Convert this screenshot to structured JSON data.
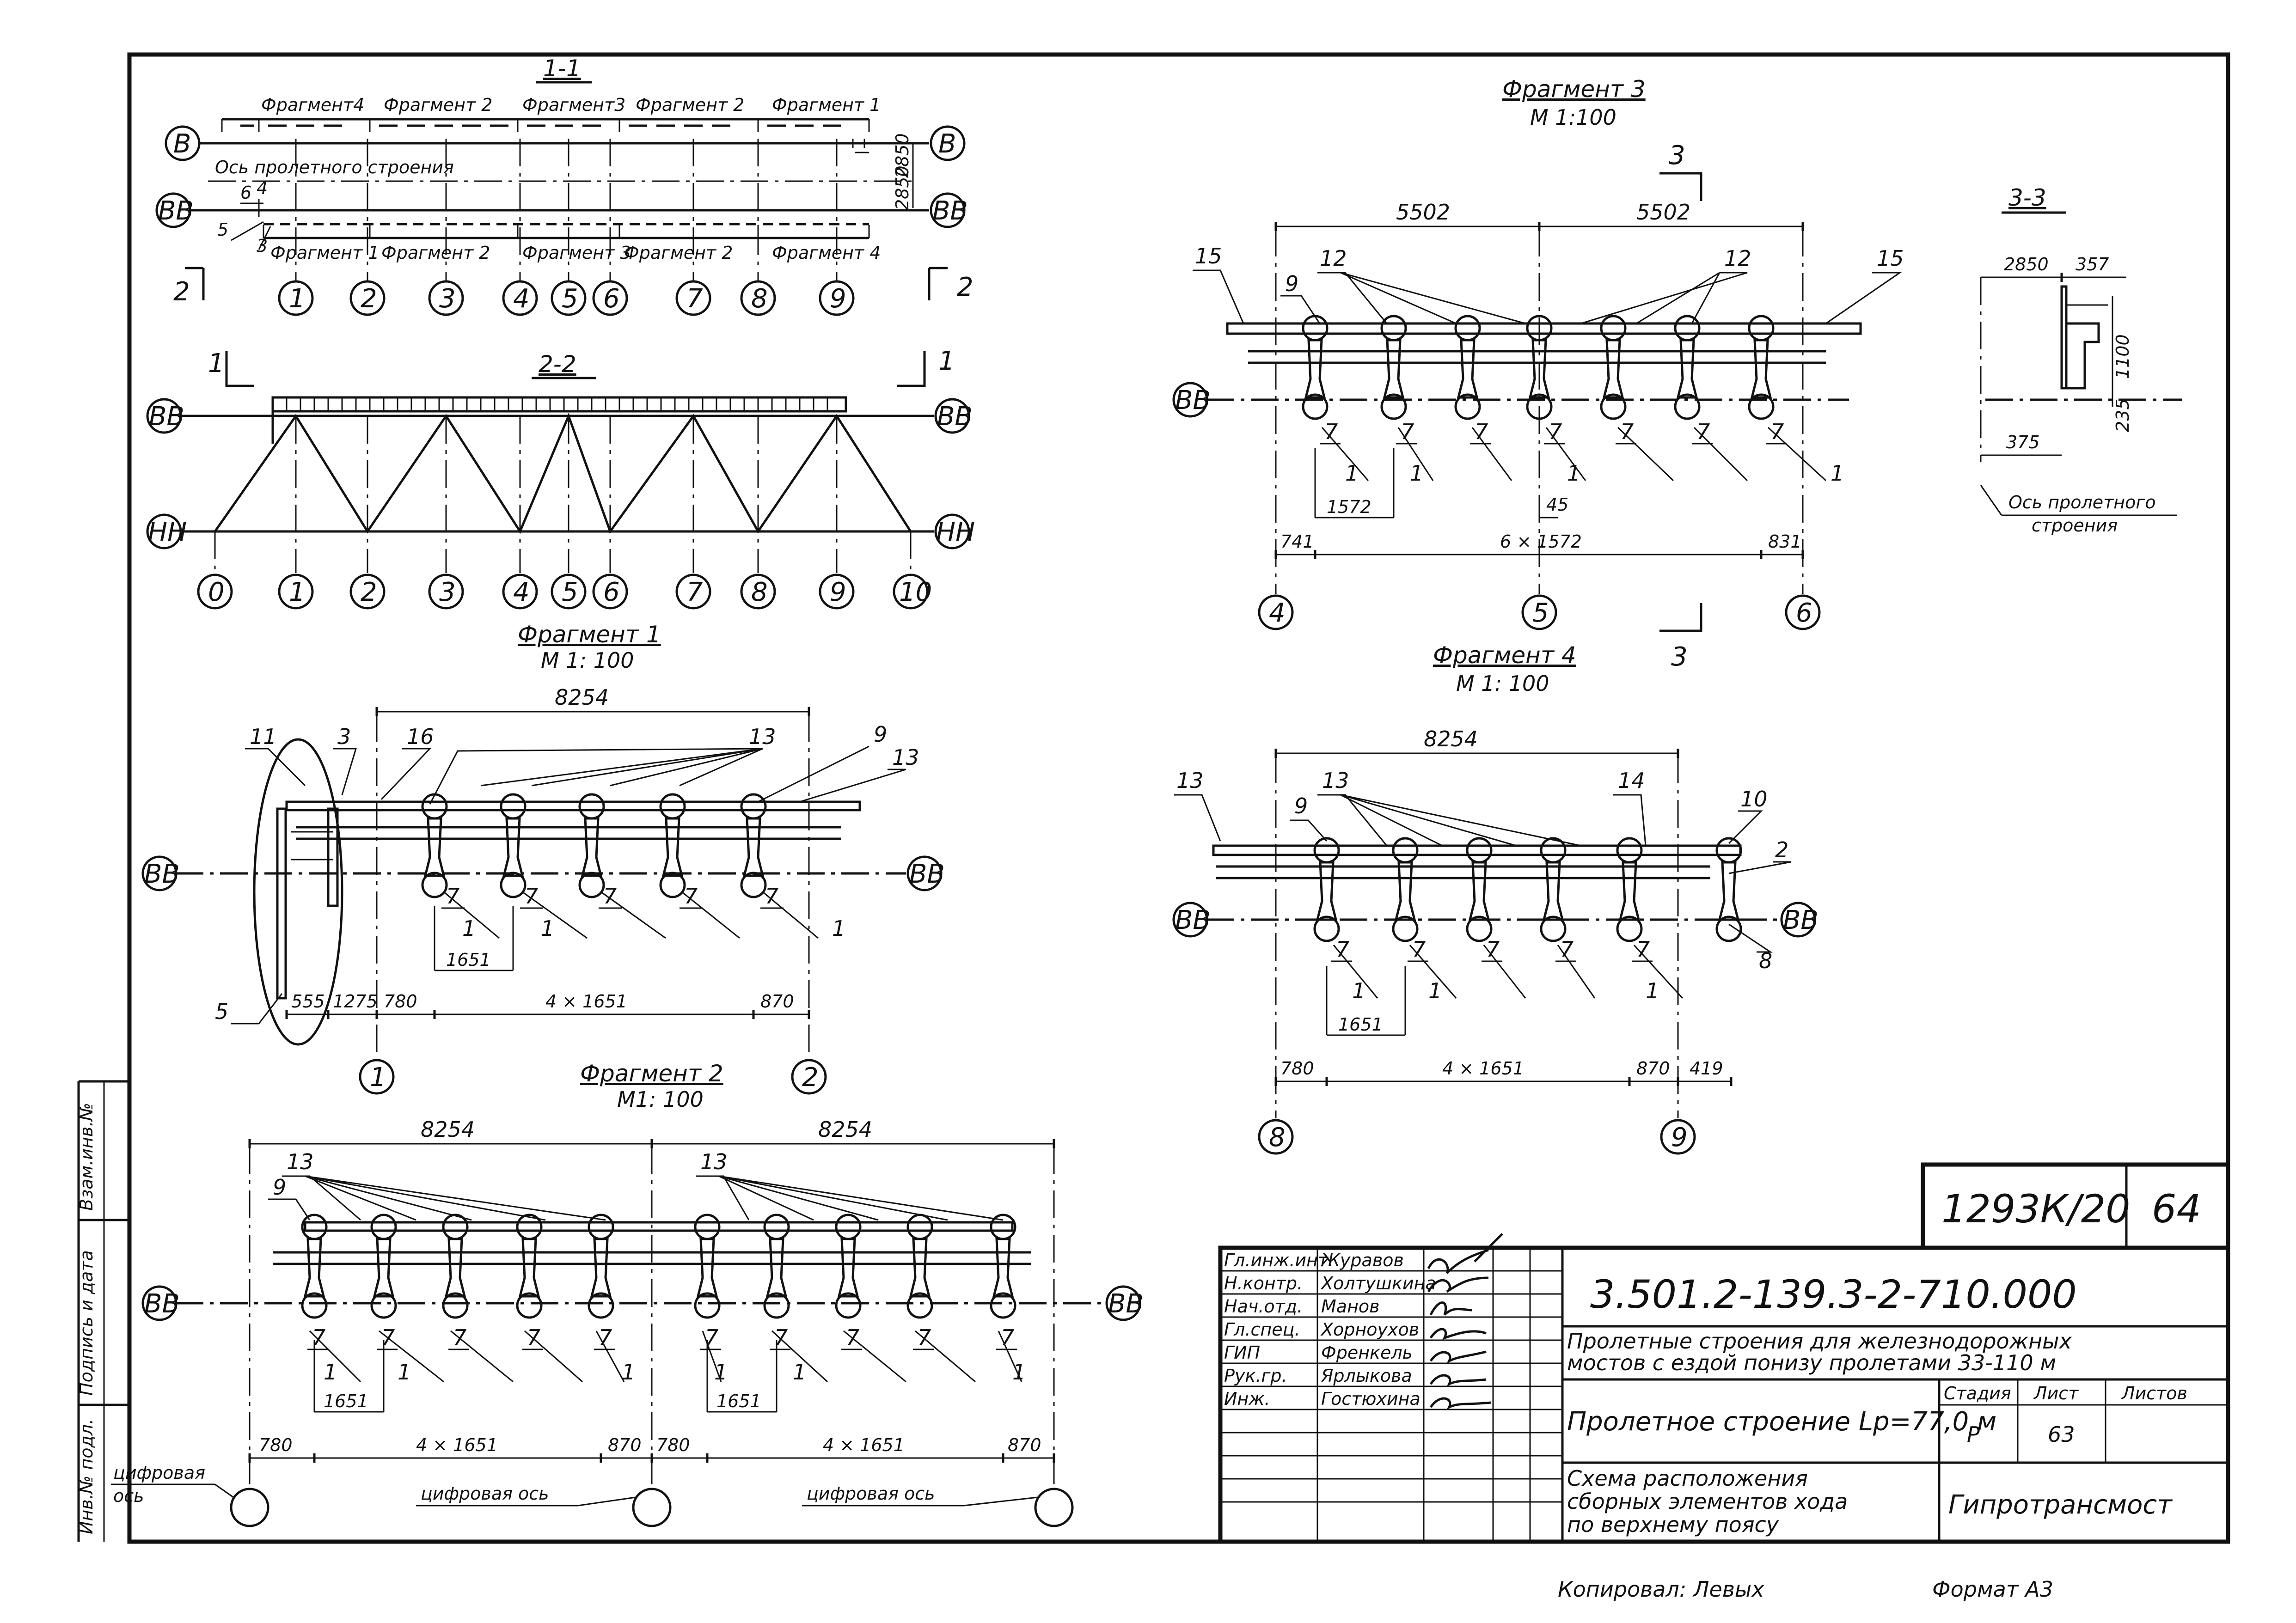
{
  "frame": {
    "left_labels": [
      "Взам.инв.№",
      "Подпись и дата",
      "Инв.№ подл."
    ]
  },
  "section_1_1": {
    "title": "1-1",
    "fragments_top": [
      "Фрагмент4",
      "Фрагмент 2",
      "Фрагмент3",
      "Фрагмент 2",
      "Фрагмент 1"
    ],
    "fragments_bottom": [
      "Фрагмент 1",
      "Фрагмент 2",
      "Фрагмент 3",
      "Фрагмент 2",
      "Фрагмент 4"
    ],
    "axis_label": "Ось пролетного строения",
    "row_labels": [
      "В",
      "ВВ"
    ],
    "dims": [
      "2850",
      "2850"
    ],
    "small_numbers": [
      "6",
      "4",
      "5",
      "3"
    ],
    "nodes": [
      "1",
      "2",
      "3",
      "4",
      "5",
      "6",
      "7",
      "8",
      "9"
    ],
    "cut_label": "2"
  },
  "section_2_2": {
    "title": "2-2",
    "row_labels": [
      "ВВ",
      "НН"
    ],
    "nodes": [
      "0",
      "1",
      "2",
      "3",
      "4",
      "5",
      "6",
      "7",
      "8",
      "9",
      "10"
    ],
    "cut_label": "1"
  },
  "fragment_1": {
    "title": "Фрагмент 1",
    "scale": "М 1: 100",
    "overall": "8254",
    "callouts": [
      "11",
      "3",
      "16",
      "13",
      "9",
      "13",
      "5"
    ],
    "item7": "7",
    "item1": "1",
    "dims_bottom": [
      "555",
      "1275",
      "780",
      "4 × 1651",
      "870"
    ],
    "dim_1651": "1651",
    "axes": [
      "1",
      "2"
    ],
    "row_label": "ВВ"
  },
  "fragment_2": {
    "title": "Фрагмент 2",
    "scale": "М1: 100",
    "overall": [
      "8254",
      "8254"
    ],
    "callouts": [
      "13",
      "9",
      "13"
    ],
    "item7": "7",
    "item1": "1",
    "dims_bottom": [
      "780",
      "4 × 1651",
      "870",
      "780",
      "4 × 1651",
      "870"
    ],
    "dim_1651": "1651",
    "axis_captions": [
      "цифровая",
      "ось",
      "цифровая ось",
      "цифровая ось"
    ],
    "row_label": "ВВ"
  },
  "fragment_3": {
    "title": "Фрагмент 3",
    "scale": "М 1:100",
    "overall": [
      "5502",
      "5502"
    ],
    "callouts": [
      "15",
      "9",
      "12",
      "12",
      "15"
    ],
    "item7": "7",
    "item1": "1",
    "dims_bottom": [
      "741",
      "6 × 1572",
      "831"
    ],
    "dim_1572": "1572",
    "dim_45": "45",
    "axes": [
      "4",
      "5",
      "6"
    ],
    "cut": "3",
    "row_label": "ВВ"
  },
  "section_3_3": {
    "title": "3-3",
    "dims": [
      "2850",
      "357",
      "1100",
      "235",
      "375"
    ],
    "axis_label": [
      "Ось пролетного",
      "строения"
    ]
  },
  "fragment_4": {
    "title": "Фрагмент 4",
    "scale": "М 1: 100",
    "overall": "8254",
    "callouts": [
      "13",
      "9",
      "13",
      "14",
      "10",
      "2",
      "8"
    ],
    "item7": "7",
    "item1": "1",
    "dims_bottom": [
      "780",
      "4 × 1651",
      "870",
      "419"
    ],
    "dim_1651": "1651",
    "axes": [
      "8",
      "9"
    ],
    "row_label": "ВВ"
  },
  "stamp": {
    "top_ref": "1293К/20",
    "sheet_no": "64",
    "code": "3.501.2-139.3-2-710.000",
    "roles": [
      "Гл.инж.инт.",
      "Н.контр.",
      "Нач.отд.",
      "Гл.спец.",
      "ГИП",
      "Рук.гр.",
      "Инж."
    ],
    "names": [
      "Журавов",
      "Холтушкина",
      "Манов",
      "Хорноухов",
      "Френкель",
      "Ярлыкова",
      "Гостюхина"
    ],
    "project_title": [
      "Пролетные строения для железнодорожных",
      "мостов с ездой понизу пролетами 33-110 м"
    ],
    "span_title": "Пролетное строение Lр=77,0 м",
    "hdr": [
      "Стадия",
      "Лист",
      "Листов"
    ],
    "stage": "Р",
    "sheet": "63",
    "drawing_title": [
      "Схема расположения",
      "сборных элементов хода",
      "по верхнему поясу"
    ],
    "org": "Гипротрансмост",
    "copied": "Копировал: Левых",
    "format": "Формат А3"
  }
}
